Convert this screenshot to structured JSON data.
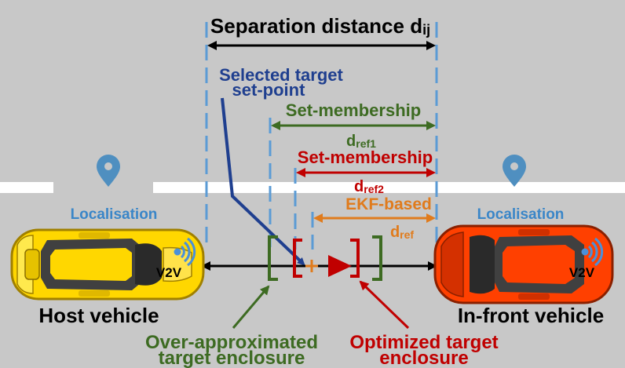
{
  "title": {
    "text": "Separation distance d",
    "subscript": "ij"
  },
  "selected_setpoint": {
    "line1": "Selected target",
    "line2": "set-point"
  },
  "set_membership_1": {
    "label": "Set-membership",
    "d_main": "d",
    "d_sub": "ref1"
  },
  "set_membership_2": {
    "label": "Set-membership",
    "d_main": "d",
    "d_sub": "ref2"
  },
  "ekf": {
    "label": "EKF-based",
    "d_main": "d",
    "d_sub": "ref"
  },
  "host": {
    "localisation": "Localisation",
    "v2v": "V2V",
    "name": "Host vehicle"
  },
  "front": {
    "localisation": "Localisation",
    "v2v": "V2V",
    "name": "In-front vehicle"
  },
  "over_approx": {
    "line1": "Over-approximated",
    "line2": "target enclosure"
  },
  "optimized": {
    "line1": "Optimized target",
    "line2": "enclosure"
  },
  "colors": {
    "background": "#c8c8c8",
    "blue_dash": "#5b9bd5",
    "navy": "#1f3f8f",
    "green": "#3d6b22",
    "red": "#c00000",
    "orange": "#e07b1c",
    "pin": "#4f8fc0",
    "host_car": "#ffd700",
    "front_car": "#ff4000"
  }
}
